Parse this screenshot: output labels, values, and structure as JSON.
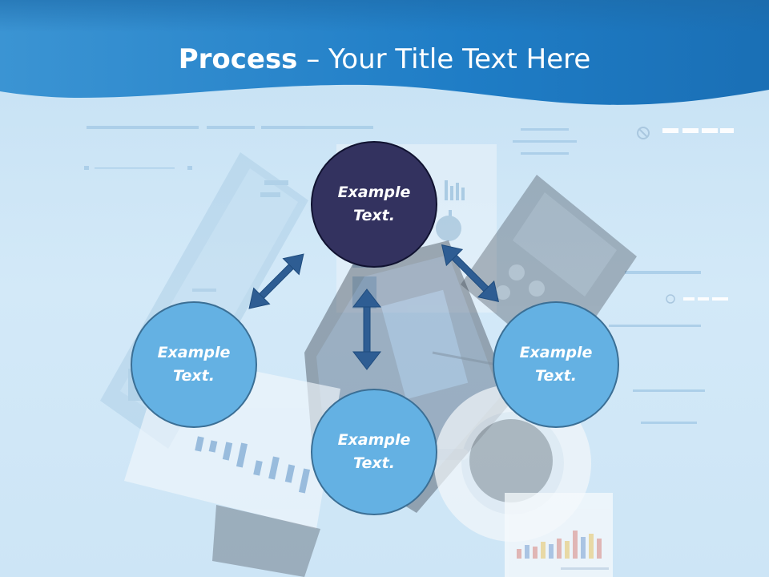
{
  "title": {
    "bold_part": "Process",
    "rest": " – Your Title Text Here"
  },
  "nodes": [
    {
      "line1": "Example",
      "line2": "Text."
    },
    {
      "line1": "Example",
      "line2": "Text."
    },
    {
      "line1": "Example",
      "line2": "Text."
    },
    {
      "line1": "Example",
      "line2": "Text."
    }
  ],
  "colors": {
    "header_blue": "#1c7ac4",
    "background_blue": "#d2e8f7",
    "node_dark": "#33325f",
    "node_light": "#64b1e3",
    "arrow": "#2e5d93"
  },
  "icons": [
    "double-arrow-icon"
  ]
}
